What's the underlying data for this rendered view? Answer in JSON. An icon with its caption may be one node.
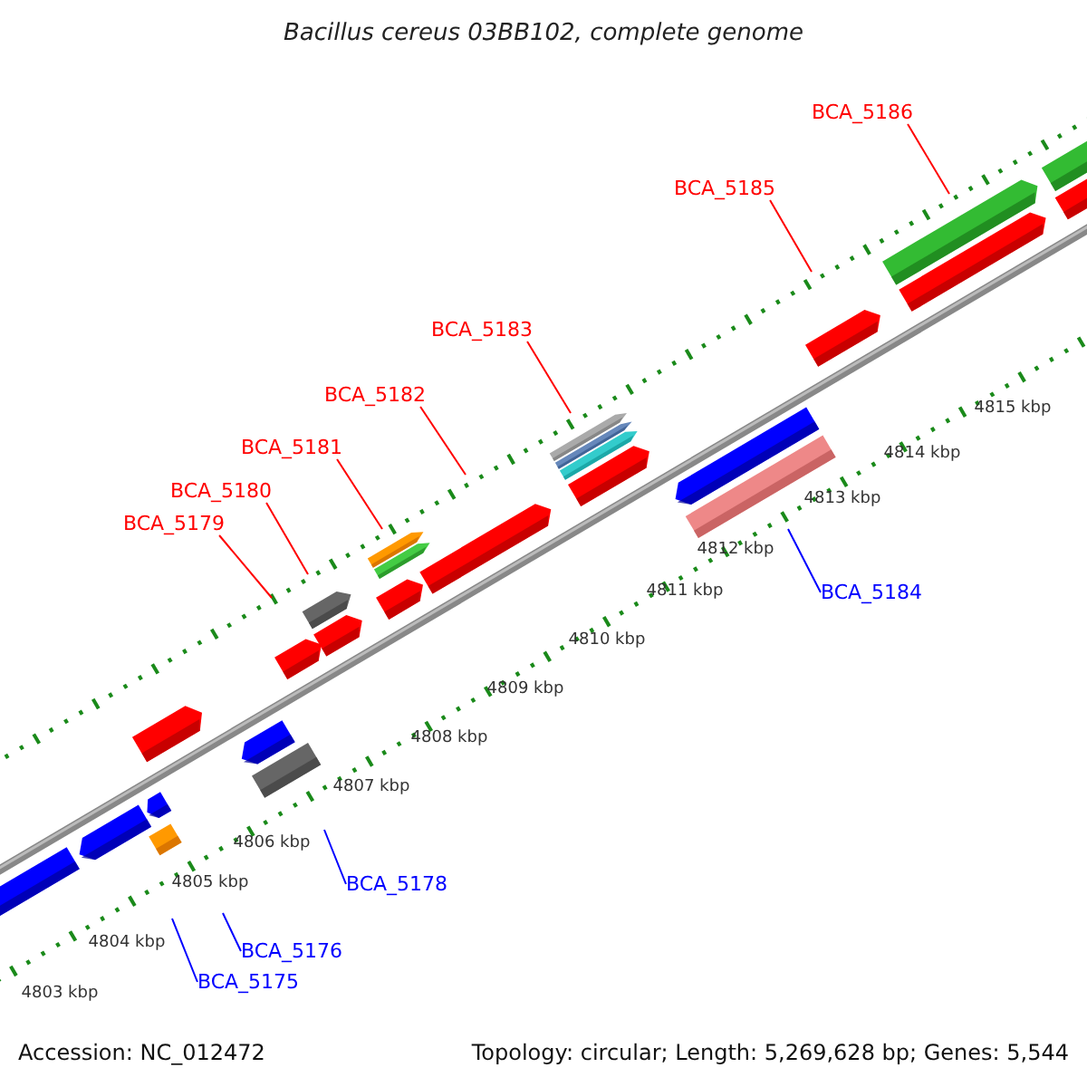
{
  "diagram": {
    "title": "Bacillus cereus 03BB102, complete genome",
    "nodes": [
      {
        "text": [
          "BCA_5186"
        ]
      },
      {
        "text": [
          "BCA_5185"
        ]
      },
      {
        "text": [
          "BCA_5183"
        ]
      },
      {
        "text": [
          "BCA_5182"
        ]
      },
      {
        "text": [
          "BCA_5181"
        ]
      },
      {
        "text": [
          "BCA_5180"
        ]
      },
      {
        "text": [
          "BCA_5179"
        ]
      },
      {
        "text": [
          "BCA_5184"
        ]
      },
      {
        "text": [
          "BCA_5178"
        ]
      },
      {
        "text": [
          "BCA_5176"
        ]
      },
      {
        "text": [
          "BCA_5175"
        ]
      }
    ],
    "edges": [
      {
        "from": 0,
        "to": null,
        "arrow": "none"
      },
      {
        "from": 1,
        "to": null,
        "arrow": "none"
      },
      {
        "from": 2,
        "to": null,
        "arrow": "none"
      },
      {
        "from": 3,
        "to": null,
        "arrow": "none"
      },
      {
        "from": 4,
        "to": null,
        "arrow": "none"
      },
      {
        "from": 5,
        "to": null,
        "arrow": "none"
      },
      {
        "from": 6,
        "to": null,
        "arrow": "none"
      },
      {
        "from": 7,
        "to": null,
        "arrow": "none",
        "color": "#0000ff"
      },
      {
        "from": 8,
        "to": null,
        "arrow": "none",
        "color": "#0000ff"
      },
      {
        "from": 9,
        "to": null,
        "arrow": "none",
        "color": "#0000ff"
      },
      {
        "from": 10,
        "to": null,
        "arrow": "none",
        "color": "#0000ff"
      }
    ],
    "labels": [
      "4815 kbp",
      "4814 kbp",
      "4813 kbp",
      "4812 kbp",
      "4811 kbp",
      "4810 kbp",
      "4809 kbp",
      "4808 kbp",
      "4807 kbp",
      "4806 kbp",
      "4805 kbp",
      "4804 kbp",
      "4803 kbp",
      "Accession: NC_012472",
      "Topology: circular; Length: 5,269,628 bp; Genes: 5,544"
    ]
  }
}
